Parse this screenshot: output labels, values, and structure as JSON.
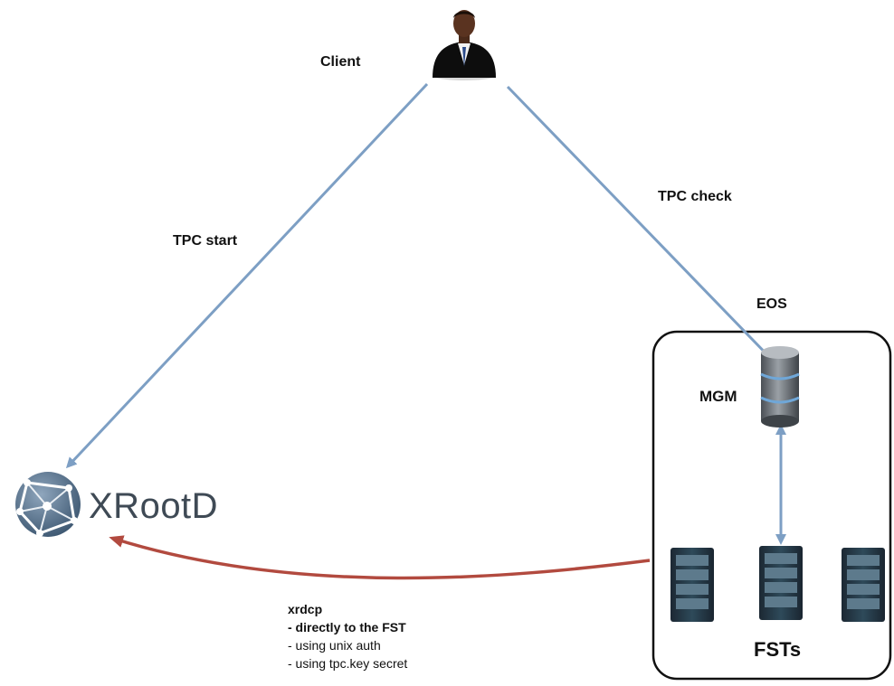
{
  "labels": {
    "client": "Client",
    "tpc_start": "TPC start",
    "tpc_check": "TPC check",
    "eos": "EOS",
    "mgm": "MGM",
    "fsts": "FSTs",
    "xrootd": "XRootD"
  },
  "xrdcp_note": {
    "title": "xrdcp",
    "line1_prefix": "- directly to the ",
    "line1_bold": "FST",
    "line2": "- using unix auth",
    "line3": "- using tpc.key secret"
  },
  "colors": {
    "blue_arrow": "#7d9fc4",
    "red_arrow": "#b24a3f",
    "box_border": "#111111"
  }
}
